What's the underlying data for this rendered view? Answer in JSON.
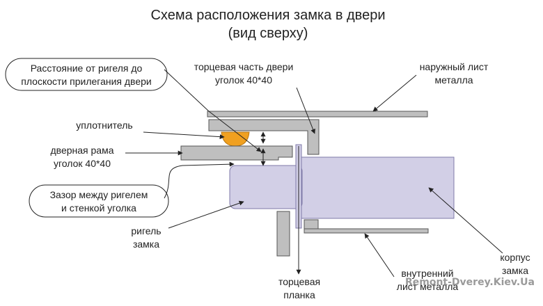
{
  "title": {
    "line1": "Схема расположения замка в двери",
    "line2": "(вид сверху)"
  },
  "callouts": {
    "distance": {
      "line1": "Расстояние от ригеля до",
      "line2": "плоскости прилегания двери"
    },
    "gap": {
      "line1": "Зазор между ригелем",
      "line2": "и стенкой уголка"
    }
  },
  "labels": {
    "door_end": {
      "line1": "торцевая часть двери",
      "line2": "уголок 40*40"
    },
    "outer_sheet": {
      "line1": "наружный лист",
      "line2": "металла"
    },
    "seal": "уплотнитель",
    "door_frame": {
      "line1": "дверная рама",
      "line2": "уголок 40*40"
    },
    "bolt": {
      "line1": "ригель",
      "line2": "замка"
    },
    "end_plate": {
      "line1": "торцевая",
      "line2": "планка"
    },
    "inner_sheet": {
      "line1": "внутренний",
      "line2": "лист металла"
    },
    "lock_body": {
      "line1": "корпус",
      "line2": "замка"
    }
  },
  "watermark": "Remont-Dverey.Kiev.Ua",
  "colors": {
    "metal_fill": "#bfbfbf",
    "metal_stroke": "#555555",
    "lock_fill": "#d2cfe6",
    "lock_stroke": "#7f7aa8",
    "seal_fill": "#f0a020",
    "line": "#222222"
  }
}
